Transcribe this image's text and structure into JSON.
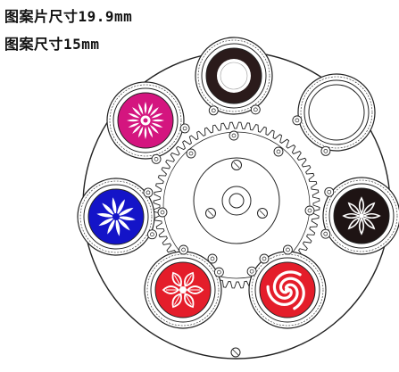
{
  "captions": {
    "pattern_size": "图案片尺寸19.9mm",
    "image_size": "图案尺寸15mm"
  },
  "gobo_wheel": {
    "slots": [
      {
        "name": "open-ring",
        "fill": "#2b1b1b",
        "pattern": "ring"
      },
      {
        "name": "open-clear",
        "fill": "#ffffff",
        "pattern": "open"
      },
      {
        "name": "flower-dark",
        "fill": "#1e1414",
        "pattern": "flower"
      },
      {
        "name": "spiral-red",
        "fill": "#e41d2a",
        "pattern": "spiral"
      },
      {
        "name": "petals-red",
        "fill": "#e41d2a",
        "pattern": "petals"
      },
      {
        "name": "star-blue",
        "fill": "#1414c8",
        "pattern": "star"
      },
      {
        "name": "daisy-magenta",
        "fill": "#d4157f",
        "pattern": "daisy"
      }
    ]
  },
  "colors": {
    "line": "#222222",
    "background": "#ffffff"
  }
}
